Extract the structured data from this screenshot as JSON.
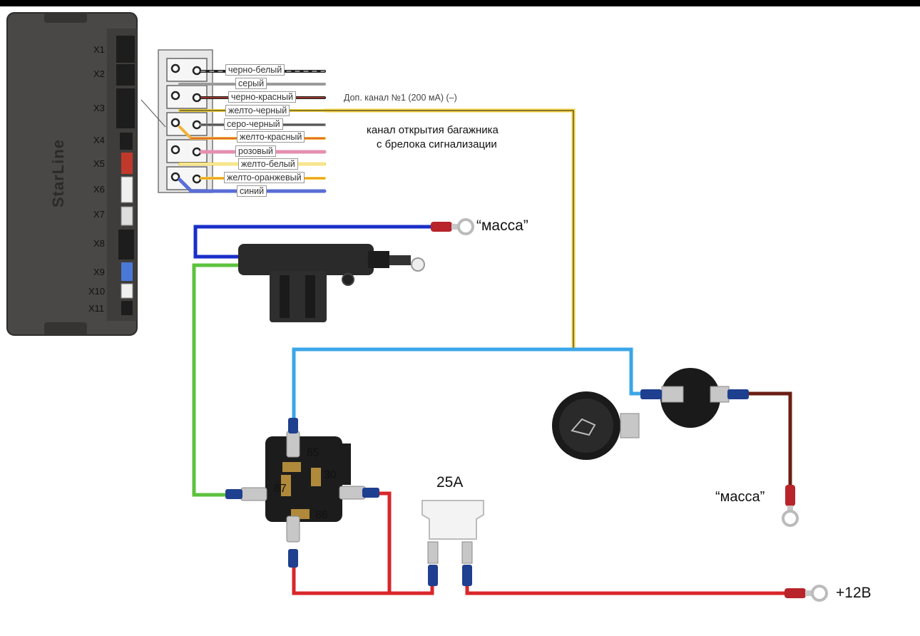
{
  "module": {
    "brand": "StarLine",
    "connectors": [
      "X1",
      "X2",
      "X3",
      "X4",
      "X5",
      "X6",
      "X7",
      "X8",
      "X9",
      "X10",
      "X11"
    ]
  },
  "harness_wires": [
    {
      "label": "черно-белый",
      "color": "#222222",
      "stripe": "#ffffff"
    },
    {
      "label": "серый",
      "color": "#9a9a9a",
      "stripe": ""
    },
    {
      "label": "черно-красный",
      "color": "#222222",
      "stripe": "#c0392b"
    },
    {
      "label": "желто-черный",
      "color": "#f2d23a",
      "stripe": "#222222"
    },
    {
      "label": "серо-черный",
      "color": "#8c8c8c",
      "stripe": "#222222"
    },
    {
      "label": "желто-красный",
      "color": "#f2d23a",
      "stripe": "#d9472b"
    },
    {
      "label": "розовый",
      "color": "#e58fb0",
      "stripe": ""
    },
    {
      "label": "желто-белый",
      "color": "#f2d23a",
      "stripe": "#ffffff"
    },
    {
      "label": "желто-оранжевый",
      "color": "#f2d23a",
      "stripe": "#f08a1c"
    },
    {
      "label": "синий",
      "color": "#5a6ed6",
      "stripe": ""
    }
  ],
  "annotations": {
    "channel": "Доп. канал №1  (200 мА) (–)",
    "trunk_line1": "канал открытия багажника",
    "trunk_line2": "с брелока сигнализации",
    "ground_top": "“масса”",
    "ground_right": "“масса”",
    "power": "+12В",
    "fuse": "25А"
  },
  "relay_pins": {
    "p85": "85",
    "p30": "30",
    "p87": "87",
    "p86": "86"
  },
  "colors": {
    "blue": "#1a2fc8",
    "light_blue": "#3aa6e8",
    "green": "#5cc23e",
    "red": "#d8262a",
    "brown": "#6b1e14",
    "yellow": "#f4d03f",
    "module_body": "#4a4846"
  }
}
